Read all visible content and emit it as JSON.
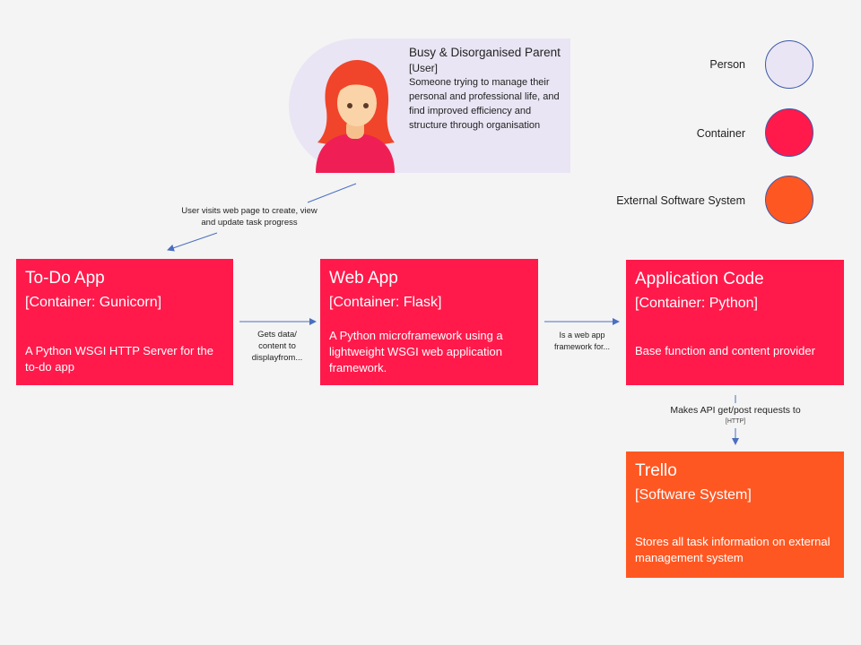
{
  "person": {
    "name": "Busy & Disorganised Parent",
    "role": "[User]",
    "description": "Someone trying to manage their personal and professional life, and find improved efficiency and structure through organisation"
  },
  "containers": [
    {
      "title": "To-Do App",
      "tech": "[Container: Gunicorn]",
      "description": "A Python WSGI HTTP Server for the to-do app",
      "kind": "container"
    },
    {
      "title": "Web App",
      "tech": "[Container: Flask]",
      "description": "A Python microframework using a lightweight WSGI web application framework.",
      "kind": "container"
    },
    {
      "title": "Application Code",
      "tech": "[Container: Python]",
      "description": "Base function and content provider",
      "kind": "container"
    },
    {
      "title": "Trello",
      "tech": "[Software System]",
      "description": "Stores all task information on external management system",
      "kind": "external"
    }
  ],
  "edges": [
    {
      "label": "User visits web page to create, view and update task progress",
      "detail": ""
    },
    {
      "label": "Gets data/ content to displayfrom...",
      "detail": ""
    },
    {
      "label": "Is a web app framework for...",
      "detail": ""
    },
    {
      "label": "Makes API get/post requests to",
      "detail": "[HTTP]"
    }
  ],
  "legend": [
    {
      "label": "Person",
      "color": "#e9e5f4"
    },
    {
      "label": "Container",
      "color": "#ff1a4b"
    },
    {
      "label": "External Software System",
      "color": "#ff5722"
    }
  ],
  "colors": {
    "container": "#ff1a4b",
    "external": "#ff5722",
    "person": "#e9e5f4",
    "arrow": "#4a6fc1"
  }
}
